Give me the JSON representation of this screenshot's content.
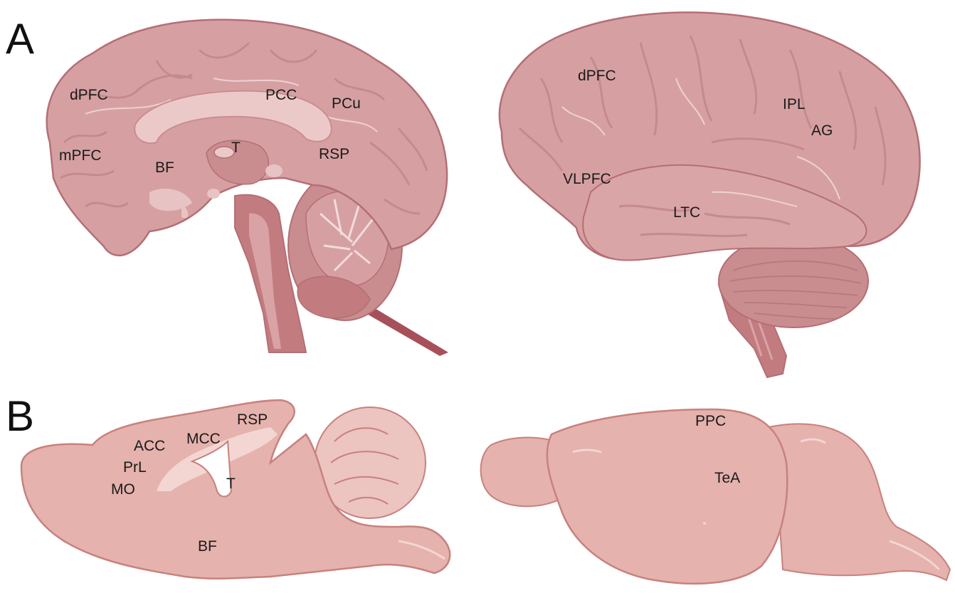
{
  "panels": {
    "a": {
      "letter": "A",
      "medial_labels": {
        "dpfc": "dPFC",
        "mpfc": "mPFC",
        "bf": "BF",
        "t": "T",
        "pcc": "PCC",
        "pcu": "PCu",
        "rsp": "RSP"
      },
      "lateral_labels": {
        "dpfc": "dPFC",
        "vlpfc": "VLPFC",
        "ltc": "LTC",
        "ipl": "IPL",
        "ag": "AG"
      }
    },
    "b": {
      "letter": "B",
      "medial_labels": {
        "acc": "ACC",
        "mcc": "MCC",
        "rsp": "RSP",
        "prl": "PrL",
        "mo": "MO",
        "t": "T",
        "bf": "BF"
      },
      "lateral_labels": {
        "ppc": "PPC",
        "tea": "TeA"
      }
    }
  },
  "colors": {
    "brain_fill": "#d6a0a2",
    "brain_dark": "#c98d90",
    "brain_light": "#e8c3c3",
    "outline": "#b46f74",
    "stem": "#c27c80",
    "nerve": "#a85059",
    "rodent_fill": "#e5b2ad",
    "rodent_outline": "#c8817e",
    "rodent_light": "#f3d6d2"
  }
}
